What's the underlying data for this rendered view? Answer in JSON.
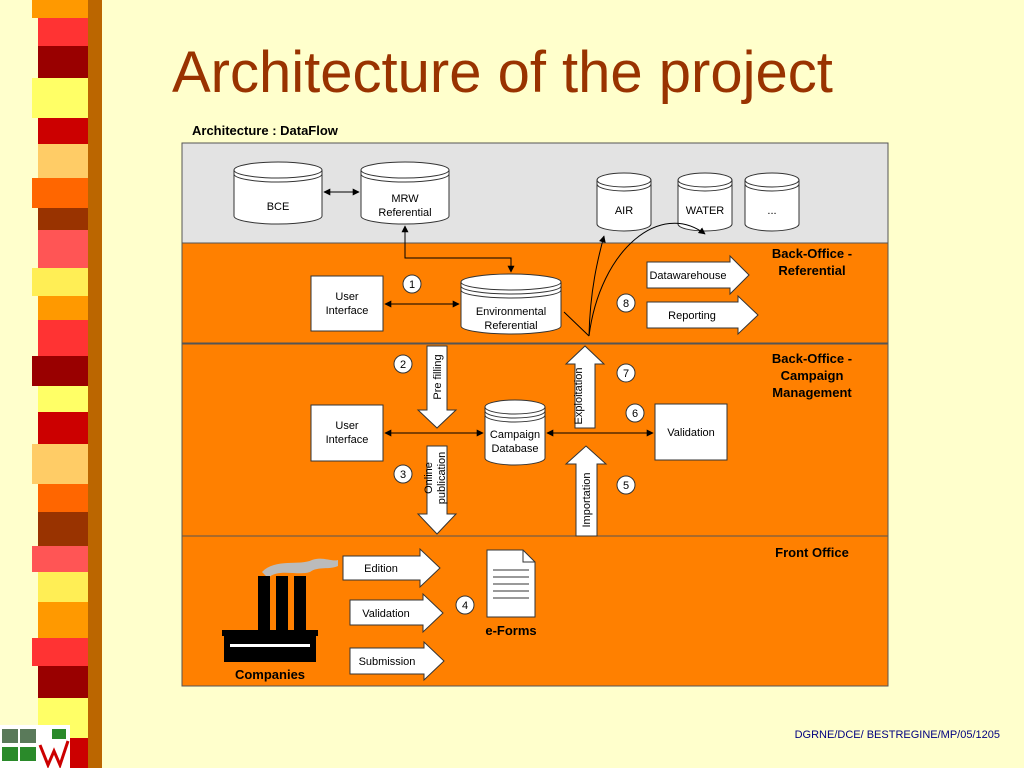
{
  "title": "Architecture of the project",
  "subtitle": "Architecture : DataFlow",
  "footer": "DGRNE/DCE/ BESTREGINE/MP/05/1205",
  "databases": {
    "bce": "BCE",
    "mrw": [
      "MRW",
      "Referential"
    ],
    "air": "AIR",
    "water": "WATER",
    "more": "...",
    "env": [
      "Environmental",
      "Referential"
    ],
    "campaign": [
      "Campaign",
      "Database"
    ]
  },
  "zones": {
    "backoffice_ref": [
      "Back-Office -",
      "Referential"
    ],
    "backoffice_campaign": [
      "Back-Office -",
      "Campaign",
      "Management"
    ],
    "front_office": "Front Office"
  },
  "boxes": {
    "user_interface_1": [
      "User",
      "Interface"
    ],
    "user_interface_2": [
      "User",
      "Interface"
    ],
    "validation": "Validation"
  },
  "arrows": {
    "datawarehouse": "Datawarehouse",
    "reporting": "Reporting",
    "pre_filling": "Pre filling",
    "online_publication": [
      "Online",
      "publication"
    ],
    "exploitation": "Exploitation",
    "importation": "Importation",
    "edition": "Edition",
    "validation": "Validation",
    "submission": "Submission"
  },
  "steps": [
    "1",
    "2",
    "3",
    "4",
    "5",
    "6",
    "7",
    "8"
  ],
  "labels": {
    "eforms": "e-Forms",
    "companies": "Companies"
  },
  "colors": {
    "zone_orange": "#ff8000",
    "zone_grey": "#e3e3e3",
    "title": "#993300",
    "footer": "#000080"
  }
}
